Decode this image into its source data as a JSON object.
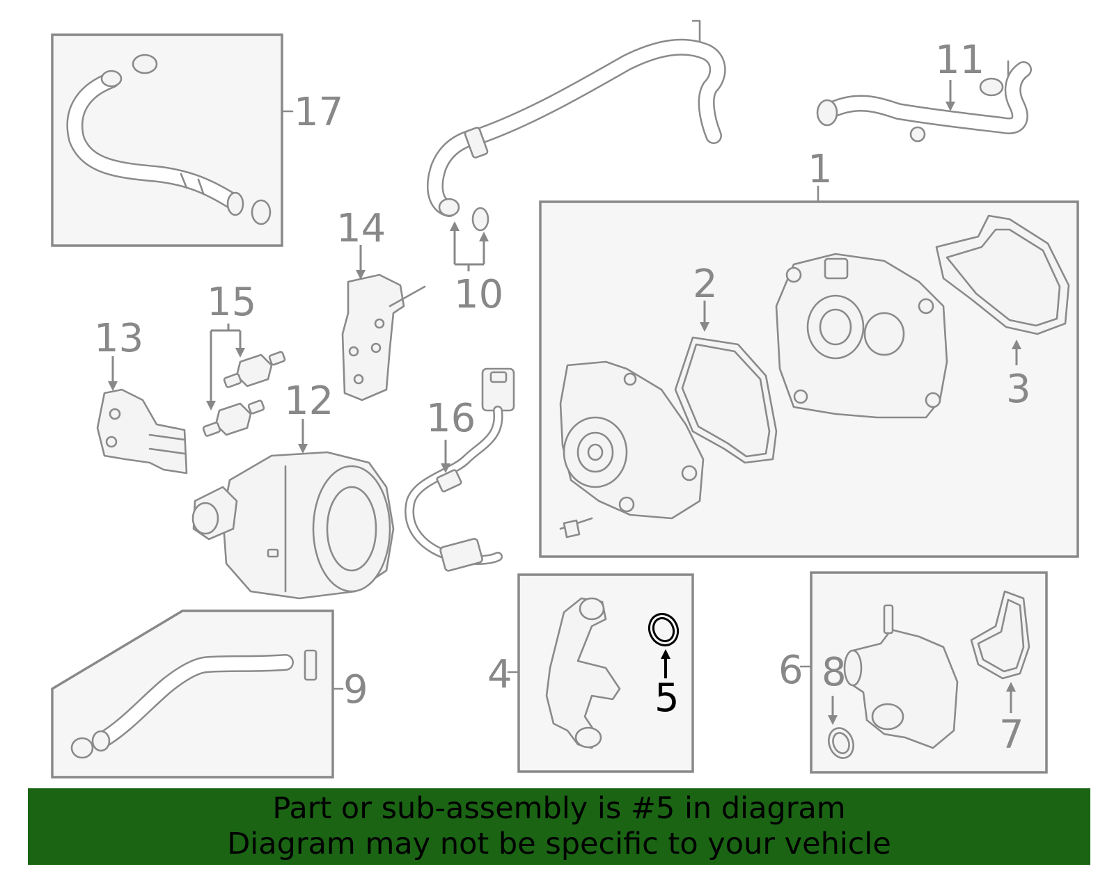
{
  "callouts": {
    "c1": "1",
    "c2": "2",
    "c3": "3",
    "c4": "4",
    "c5": "5",
    "c6": "6",
    "c7": "7",
    "c8": "8",
    "c9": "9",
    "c10": "10",
    "c11": "11",
    "c12": "12",
    "c13": "13",
    "c14": "14",
    "c15": "15",
    "c16": "16",
    "c17": "17"
  },
  "highlighted_part": "5",
  "banner": {
    "line1": "Part or sub-assembly is #5 in diagram",
    "line2": "Diagram may not be specific to your vehicle",
    "color": "#1a6414"
  },
  "colors": {
    "line_art": "#888888",
    "highlight": "#000000"
  }
}
